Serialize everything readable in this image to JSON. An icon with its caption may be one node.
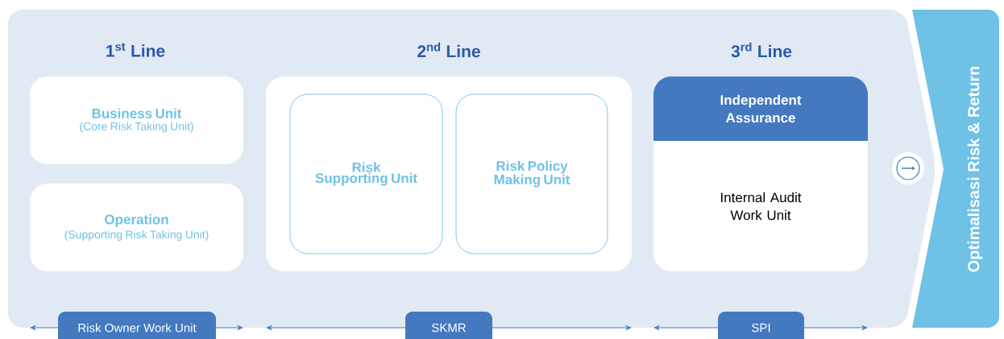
{
  "diagram": {
    "nodes": [
      {
        "text": [
          "Business Unit",
          "(Core Risk Taking Unit)"
        ]
      },
      {
        "text": [
          "Operation",
          "(Supporting Risk Taking Unit)"
        ]
      },
      {
        "text": [],
        "shape": "box"
      },
      {
        "text": [
          "Risk Supporting Unit"
        ],
        "in": 2
      },
      {
        "text": [
          "Risk Policy Making Unit"
        ],
        "in": 2
      },
      {
        "text": [
          "Independent Assurance",
          "Internal Audit Work Unit"
        ]
      },
      {
        "text": [
          "Optimalisasi Risk & Return"
        ]
      },
      {
        "text": [
          "Risk Owner Work Unit"
        ]
      },
      {
        "text": [
          "SKMR"
        ]
      },
      {
        "text": [
          "SPI"
        ]
      }
    ],
    "labels": [
      "1$^{st}$ Line",
      "2$^{nd}$ Line",
      "3$^{rd}$ Line"
    ]
  }
}
